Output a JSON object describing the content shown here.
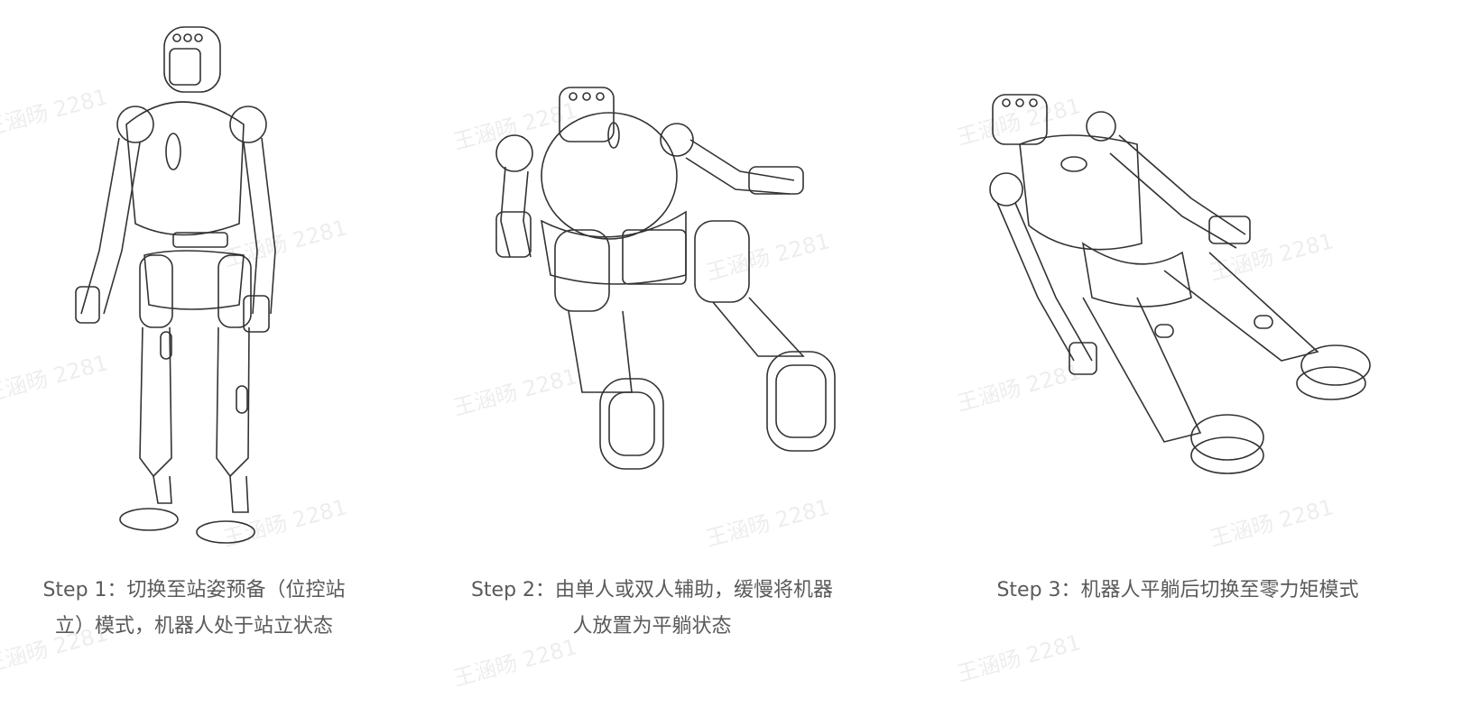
{
  "watermark": "王涵旸 2281",
  "steps": [
    {
      "caption_line1": "Step 1：切换至站姿预备（位控站",
      "caption_line2": "立）模式，机器人处于站立状态"
    },
    {
      "caption_line1": "Step 2：由单人或双人辅助，缓慢将机器",
      "caption_line2": "人放置为平躺状态"
    },
    {
      "caption_line1": "Step 3：机器人平躺后切换至零力矩模式",
      "caption_line2": ""
    }
  ]
}
